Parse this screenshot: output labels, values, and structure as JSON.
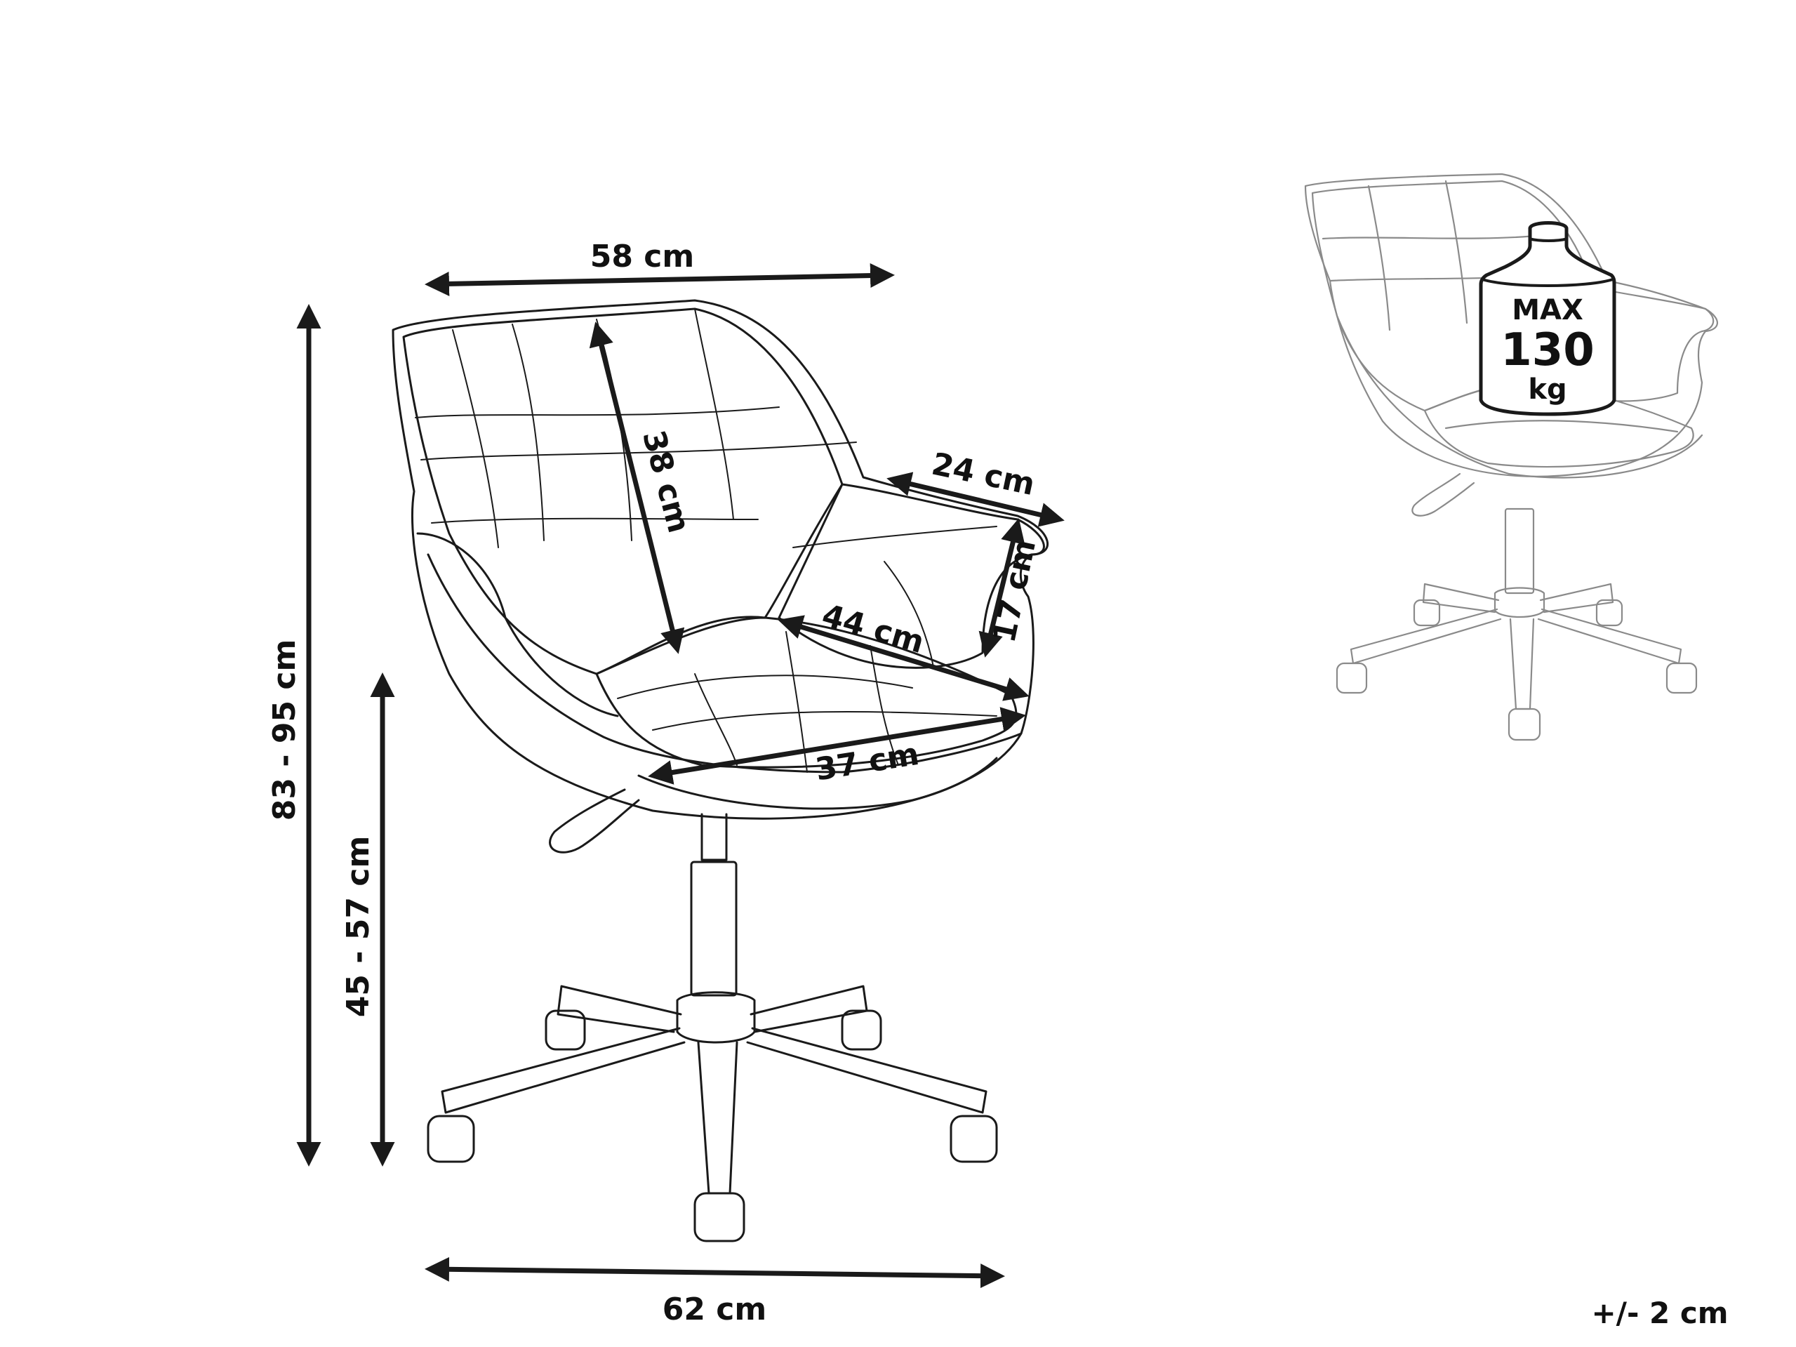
{
  "dimensions": {
    "seat_top_width": "58 cm",
    "backrest_height": "38 cm",
    "armrest_depth": "24 cm",
    "armrest_height": "17 cm",
    "seat_depth": "44 cm",
    "seat_width": "37 cm",
    "total_height": "83 - 95 cm",
    "seat_height": "45 - 57 cm",
    "base_width": "62 cm",
    "tolerance": "+/- 2 cm"
  },
  "weight_badge": {
    "line1": "MAX",
    "line2": "130",
    "line3": "kg"
  }
}
